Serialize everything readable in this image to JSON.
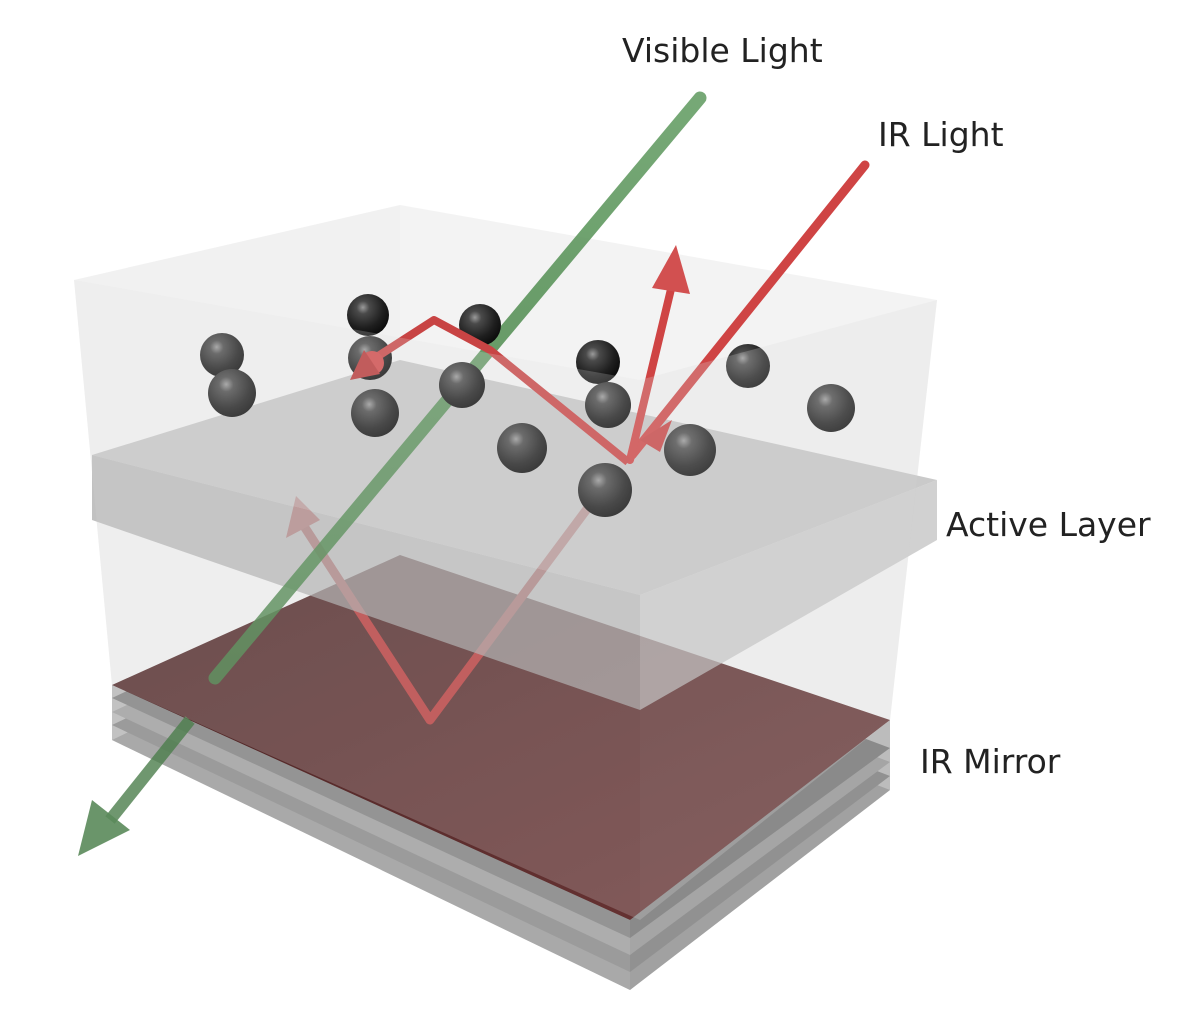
{
  "labels": {
    "visible_light": "Visible Light",
    "ir_light": "IR Light",
    "active_layer": "Active Layer",
    "ir_mirror": "IR Mirror"
  },
  "colors": {
    "visible_light": "#4e8c4e",
    "ir_light": "#d04848",
    "ir_mirror_top": "#5a2a2a",
    "particle": "#2a2a2a",
    "active_layer": "#b4b4b4",
    "box": "#ececec"
  }
}
